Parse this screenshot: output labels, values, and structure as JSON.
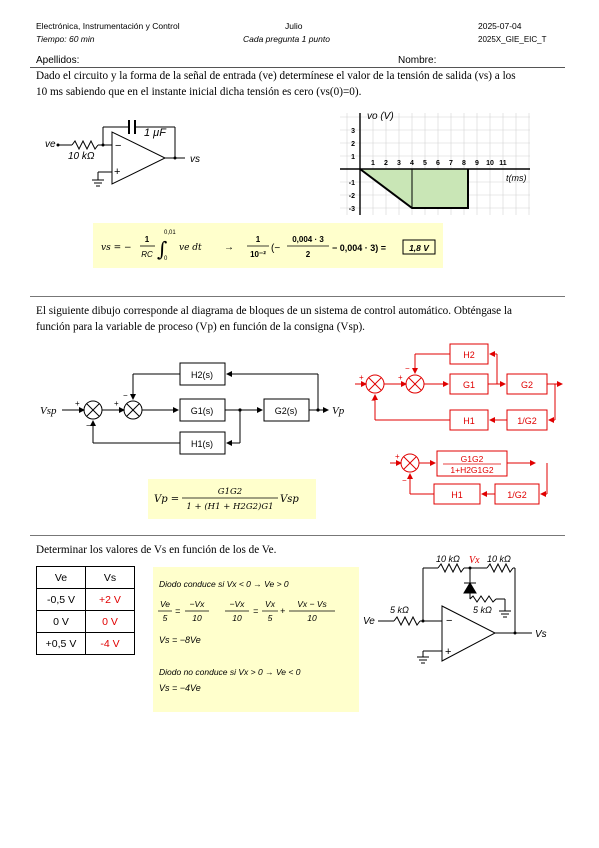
{
  "header": {
    "course": "Electrónica, Instrumentación y Control",
    "month": "Julio",
    "date": "2025-07-04",
    "time": "Tiempo: 60 min",
    "scoring": "Cada pregunta 1 punto",
    "code": "2025X_GIE_EIC_T",
    "surname_label": "Apellidos:",
    "name_label": "Nombre:"
  },
  "q1": {
    "text_line1": "Dado el circuito y la forma de la señal de entrada (ve) determínese el valor de la tensión de salida (vs) a los",
    "text_line2": "10 ms sabiendo que en el instante inicial dicha tensión es cero (vs(0)=0).",
    "cap": "1 μF",
    "res": "10 kΩ",
    "vin": "ve",
    "vout": "vs",
    "graph_ylabel": "vo (V)",
    "graph_xlabel": "t(ms)",
    "x_ticks": [
      "1",
      "2",
      "3",
      "4",
      "5",
      "6",
      "7",
      "8",
      "9",
      "10",
      "11"
    ],
    "y_ticks": [
      "3",
      "2",
      "1",
      "-1",
      "-2",
      "-3"
    ],
    "eq_lhs": "vs = −",
    "eq_frac1_num": "1",
    "eq_frac1_den": "RC",
    "eq_int_upper": "0,01",
    "eq_int_lower": "0",
    "eq_integrand": "ve dt",
    "eq_arrow": "→",
    "eq_frac2_num": "1",
    "eq_frac2_den": "10⁻²",
    "eq_paren_a": "(−",
    "eq_frac3_num": "0,004 · 3",
    "eq_frac3_den": "2",
    "eq_paren_b": "− 0,004 · 3) =",
    "eq_result": "1,8 V"
  },
  "q2": {
    "text_line1": "El siguiente dibujo corresponde al diagrama de bloques de un sistema de control automático. Obténgase la",
    "text_line2": "función para la variable de proceso (Vp) en función de la consigna (Vsp).",
    "input": "Vsp",
    "output": "Vp",
    "blocks": {
      "h2": "H2(s)",
      "g1": "G1(s)",
      "g2": "G2(s)",
      "h1": "H1(s)"
    },
    "red_blocks": {
      "h2": "H2",
      "g1": "G1",
      "g2": "G2",
      "h1": "H1",
      "inv_g2": "1/G2",
      "merged_num": "G1G2",
      "merged_den": "1+H2G1G2"
    },
    "eq_lhs": "Vp =",
    "eq_num": "G1G2",
    "eq_den": "1 + (H1 + H2G2)G1",
    "eq_rhs": "Vsp"
  },
  "q3": {
    "text": "Determinar los valores de Vs en función de los de Ve.",
    "table_head": [
      "Ve",
      "Vs"
    ],
    "table_rows": [
      [
        "-0,5 V",
        "+2 V"
      ],
      [
        "0 V",
        "0 V"
      ],
      [
        "+0,5 V",
        "-4 V"
      ]
    ],
    "line1": "Diodo conduce si Vx < 0 → Ve > 0",
    "frac_a_num": "Ve",
    "frac_a_den": "5",
    "frac_b_num": "−Vx",
    "frac_b_den": "10",
    "frac_c_num": "−Vx",
    "frac_c_den": "10",
    "frac_d_num": "Vx",
    "frac_d_den": "5",
    "frac_e_num": "Vx − Vs",
    "frac_e_den": "10",
    "eqs": [
      "=",
      "=",
      "+"
    ],
    "result1": "Vs = −8Ve",
    "line2": "Diodo no conduce si Vx > 0 → Ve < 0",
    "result2": "Vs = −4Ve",
    "circuit": {
      "r_top1": "10 kΩ",
      "vx": "Vx",
      "r_top2": "10 kΩ",
      "r_mid": "5 kΩ",
      "r_in": "5 kΩ",
      "vin": "Ve",
      "vout": "Vs"
    }
  }
}
